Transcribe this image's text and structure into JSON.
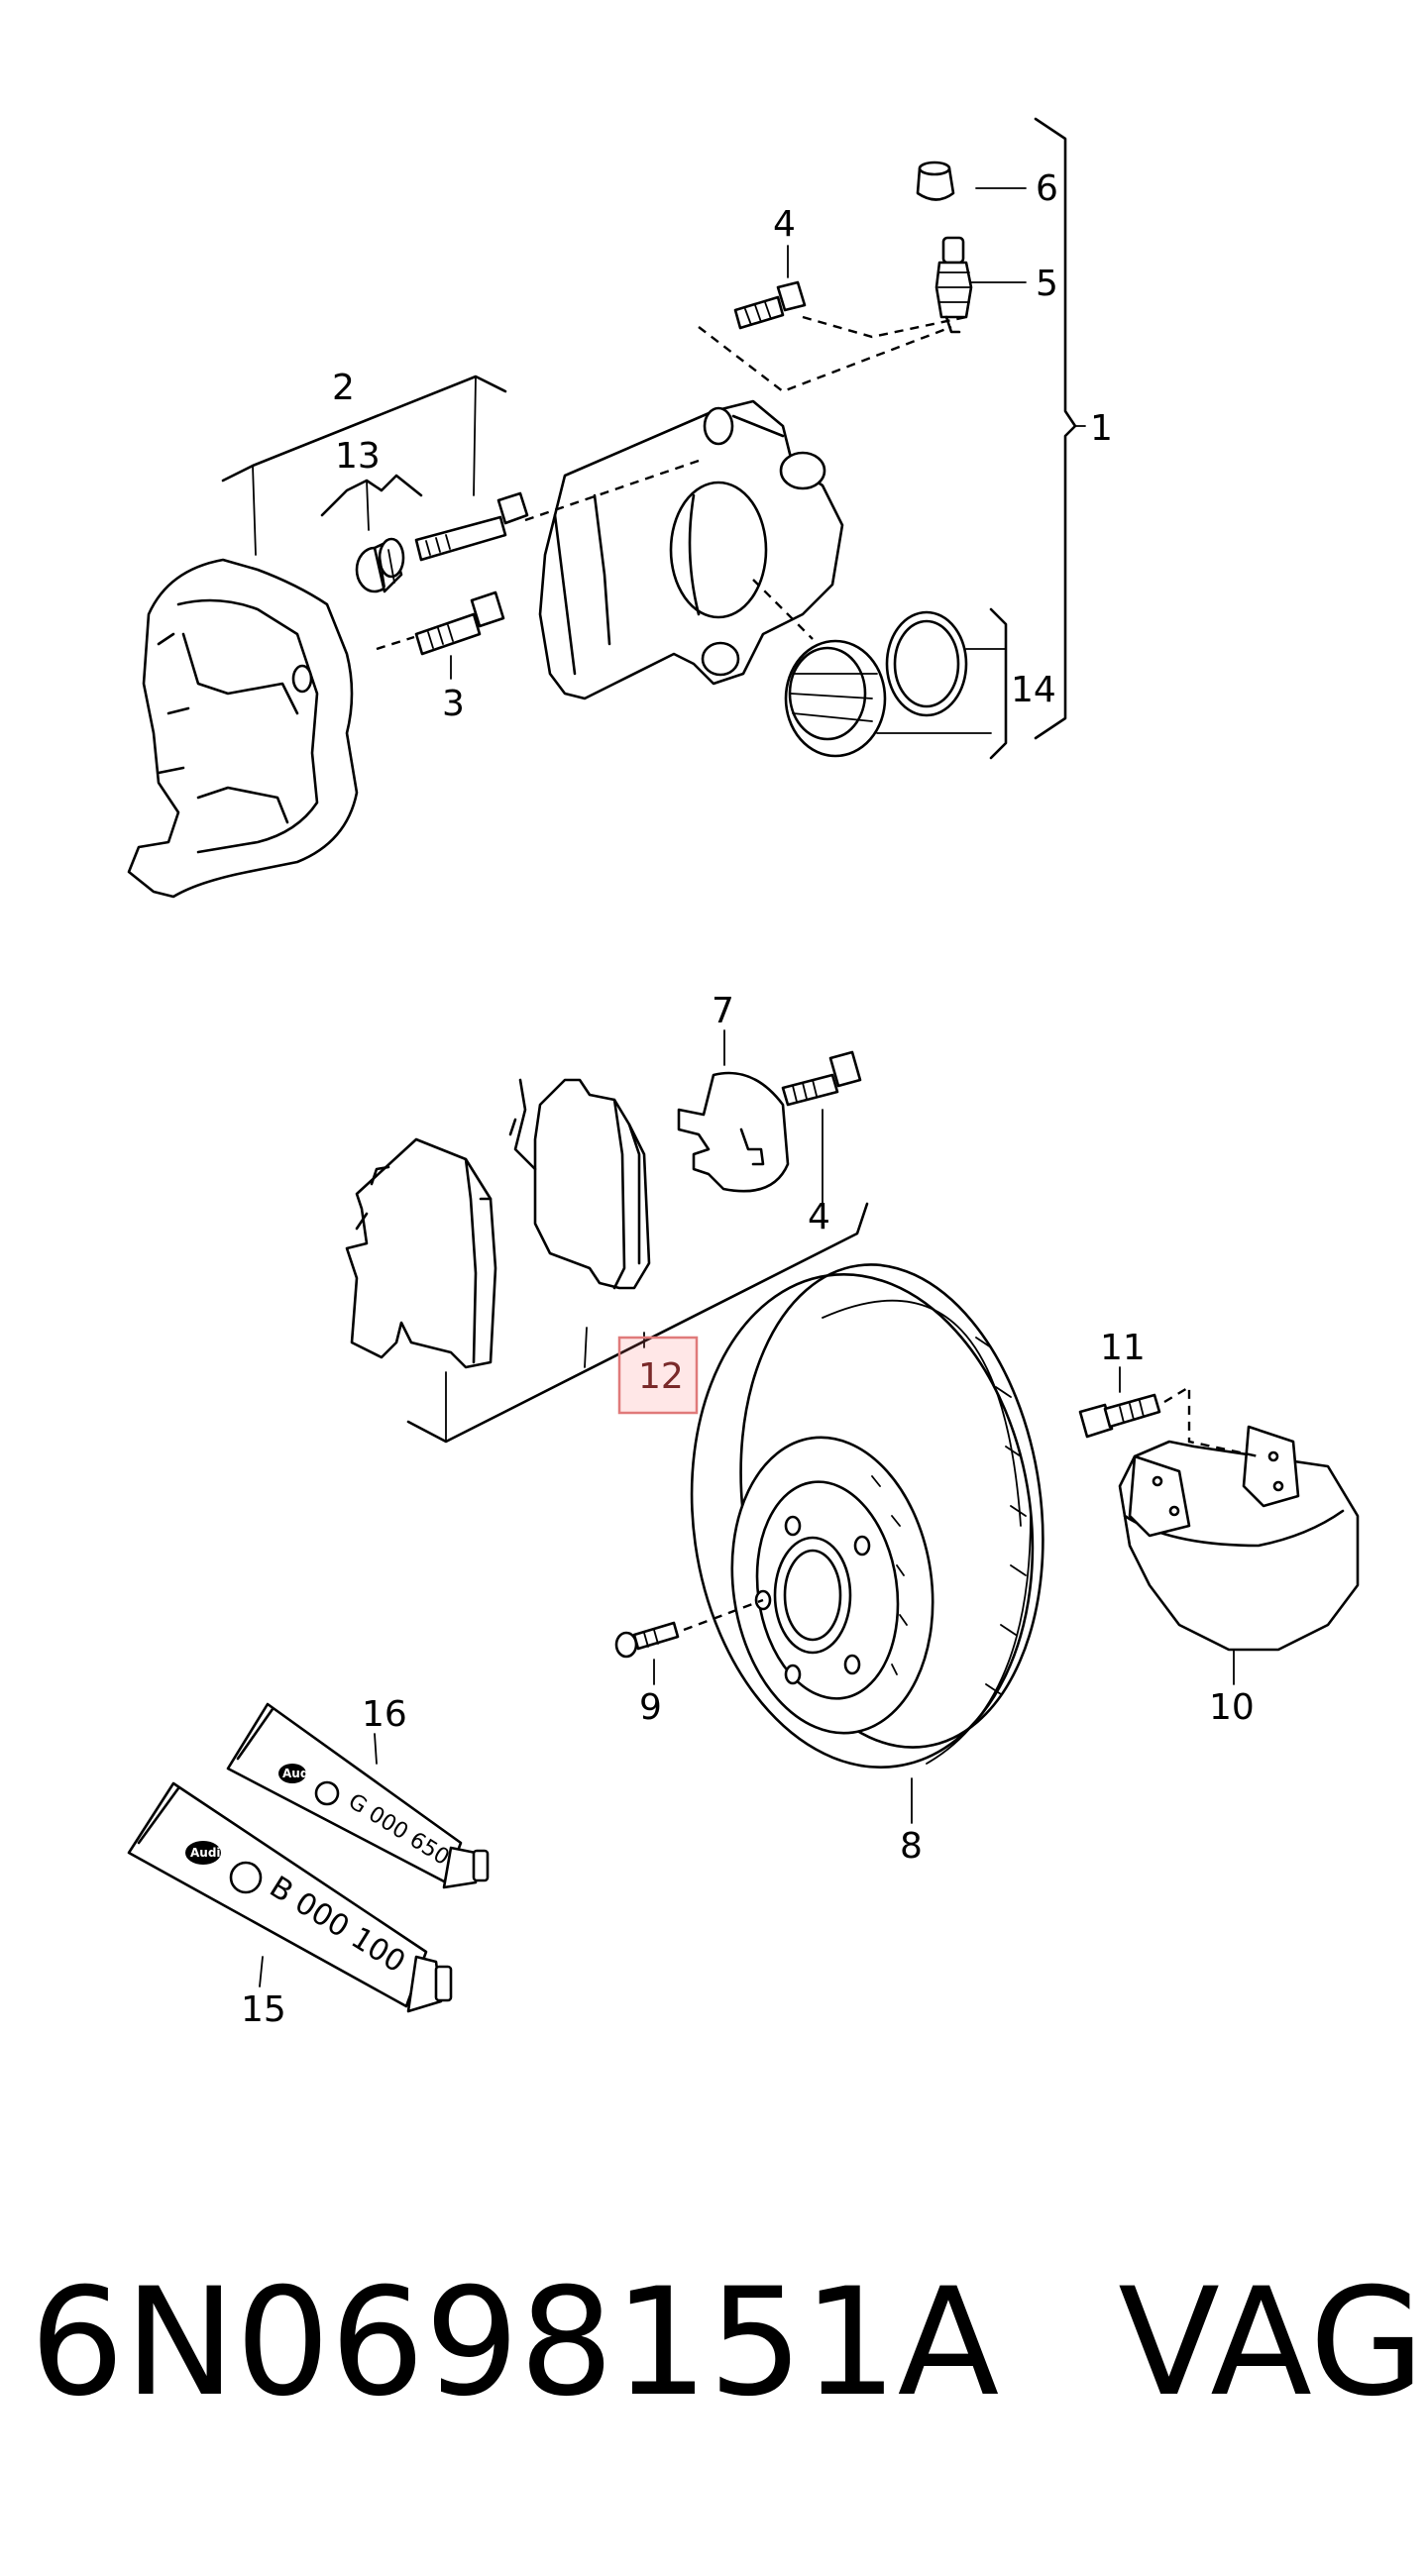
{
  "labels": {
    "p1": "1",
    "p2": "2",
    "p3": "3",
    "p4a": "4",
    "p4b": "4",
    "p5": "5",
    "p6": "6",
    "p7": "7",
    "p8": "8",
    "p9": "9",
    "p10": "10",
    "p11": "11",
    "p12": "12",
    "p13": "13",
    "p14": "14",
    "p15": "15",
    "p16": "16"
  },
  "tubes": {
    "upper_code": "G 000 650",
    "lower_code": "B 000 100",
    "brand": "Audi"
  },
  "caption": {
    "part_number": "6N0698151A",
    "brand": "VAG"
  },
  "highlight_color": "#e07a7a"
}
